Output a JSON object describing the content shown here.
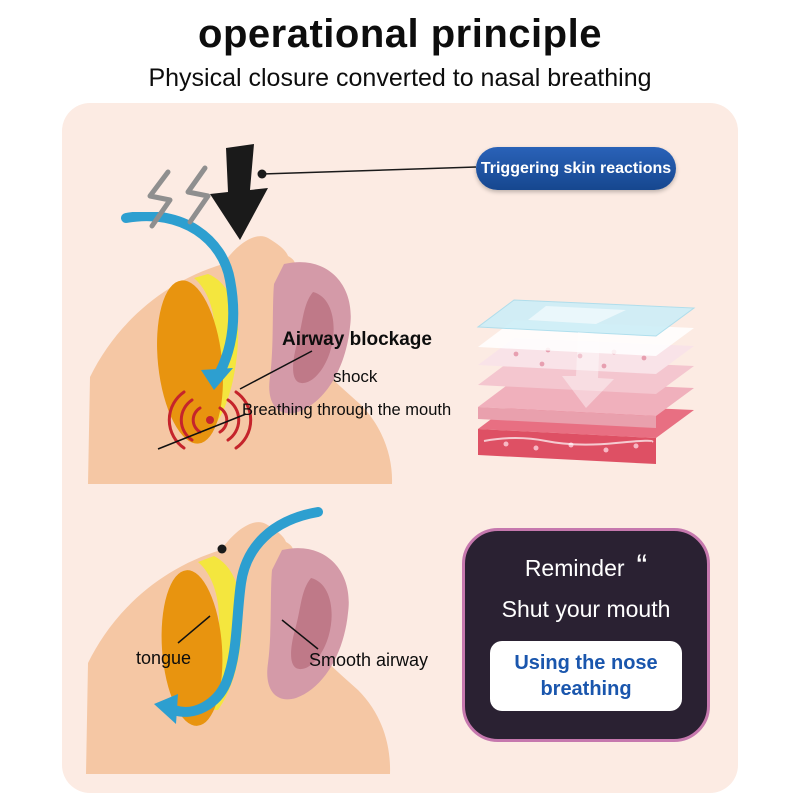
{
  "page": {
    "title": "operational principle",
    "subtitle": "Physical closure converted to nasal breathing"
  },
  "callout": {
    "skin_reaction_badge": "Triggering skin reactions"
  },
  "blocked_airway": {
    "labels": {
      "airway_blockage": "Airway blockage",
      "shock": "shock",
      "mouth_breathing": "Breathing through the mouth"
    }
  },
  "clear_airway": {
    "labels": {
      "tongue": "tongue",
      "smooth_airway": "Smooth airway"
    }
  },
  "reminder_card": {
    "title": "Reminder",
    "quote_mark": "“",
    "message": "Shut your mouth",
    "nose_breathing_pill": "Using the nose breathing"
  },
  "colors": {
    "badge_blue": "#1d55a9",
    "panel_bg": "#2a2132",
    "panel_border": "#c678ae",
    "pill_text_blue": "#1a56ad",
    "canvas_peach": "#fcebe3",
    "airflow_blue": "#2d9fd0",
    "tongue_orange": "#e8940f",
    "airway_yellow": "#f4e63e",
    "shock_red": "#c5242b",
    "skin_tone": "#f5c7a4"
  }
}
